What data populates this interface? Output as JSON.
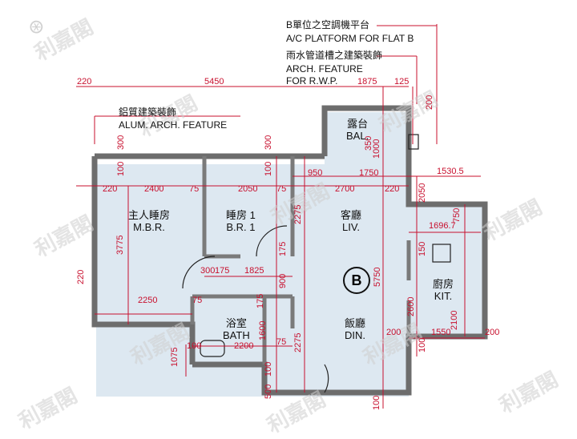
{
  "callouts": {
    "ac_platform_zh": "B單位之空調機平台",
    "ac_platform_en": "A/C PLATFORM FOR FLAT B",
    "rwp_zh": "雨水管道槽之建築裝飾",
    "rwp_en1": "ARCH. FEATURE",
    "rwp_en2": "FOR R.W.P.",
    "alum_zh": "鋁質建築裝飾",
    "alum_en": "ALUM. ARCH. FEATURE"
  },
  "rooms": {
    "balcony_zh": "露台",
    "balcony_en": "BAL.",
    "mbr_zh": "主人睡房",
    "mbr_en": "M.B.R.",
    "br1_zh": "睡房 1",
    "br1_en": "B.R. 1",
    "liv_zh": "客廳",
    "liv_en": "LIV.",
    "kit_zh": "廚房",
    "kit_en": "KIT.",
    "bath_zh": "浴室",
    "bath_en": "BATH",
    "din_zh": "飯廳",
    "din_en": "DIN."
  },
  "flat_label": "B",
  "watermark": "利嘉閣",
  "dims": {
    "d220a": "220",
    "d5450": "5450",
    "d1875": "1875",
    "d125": "125",
    "d200a": "200",
    "d300a": "300",
    "d300b": "300",
    "d350": "350",
    "d1000a": "1000",
    "d100a": "100",
    "d100b": "100",
    "d950": "950",
    "d1750": "1750",
    "d1530": "1530.5",
    "d220b": "220",
    "d2400": "2400",
    "d75a": "75",
    "d2050a": "2050",
    "d75b": "75",
    "d2700": "2700",
    "d220c": "220",
    "d2050b": "2050",
    "d750": "750",
    "d1696": "1696.7",
    "d2275a": "2275",
    "d3775": "3775",
    "d175a": "175",
    "d300c": "300",
    "d175b": "175",
    "d1825": "1825",
    "d900": "900",
    "d5750": "5750",
    "d150": "150",
    "d220d": "220",
    "d2250": "2250",
    "d75c": "75",
    "d175c": "175",
    "d2600": "2600",
    "d2100": "2100",
    "d200b": "200",
    "d1550": "1550",
    "d200c": "200",
    "d1600": "1600",
    "d1075": "1075",
    "d100c": "100",
    "d2200": "2200",
    "d75d": "75",
    "d2275b": "2275",
    "d100d": "100",
    "d100e": "100",
    "d500": "500",
    "d100f": "100"
  }
}
